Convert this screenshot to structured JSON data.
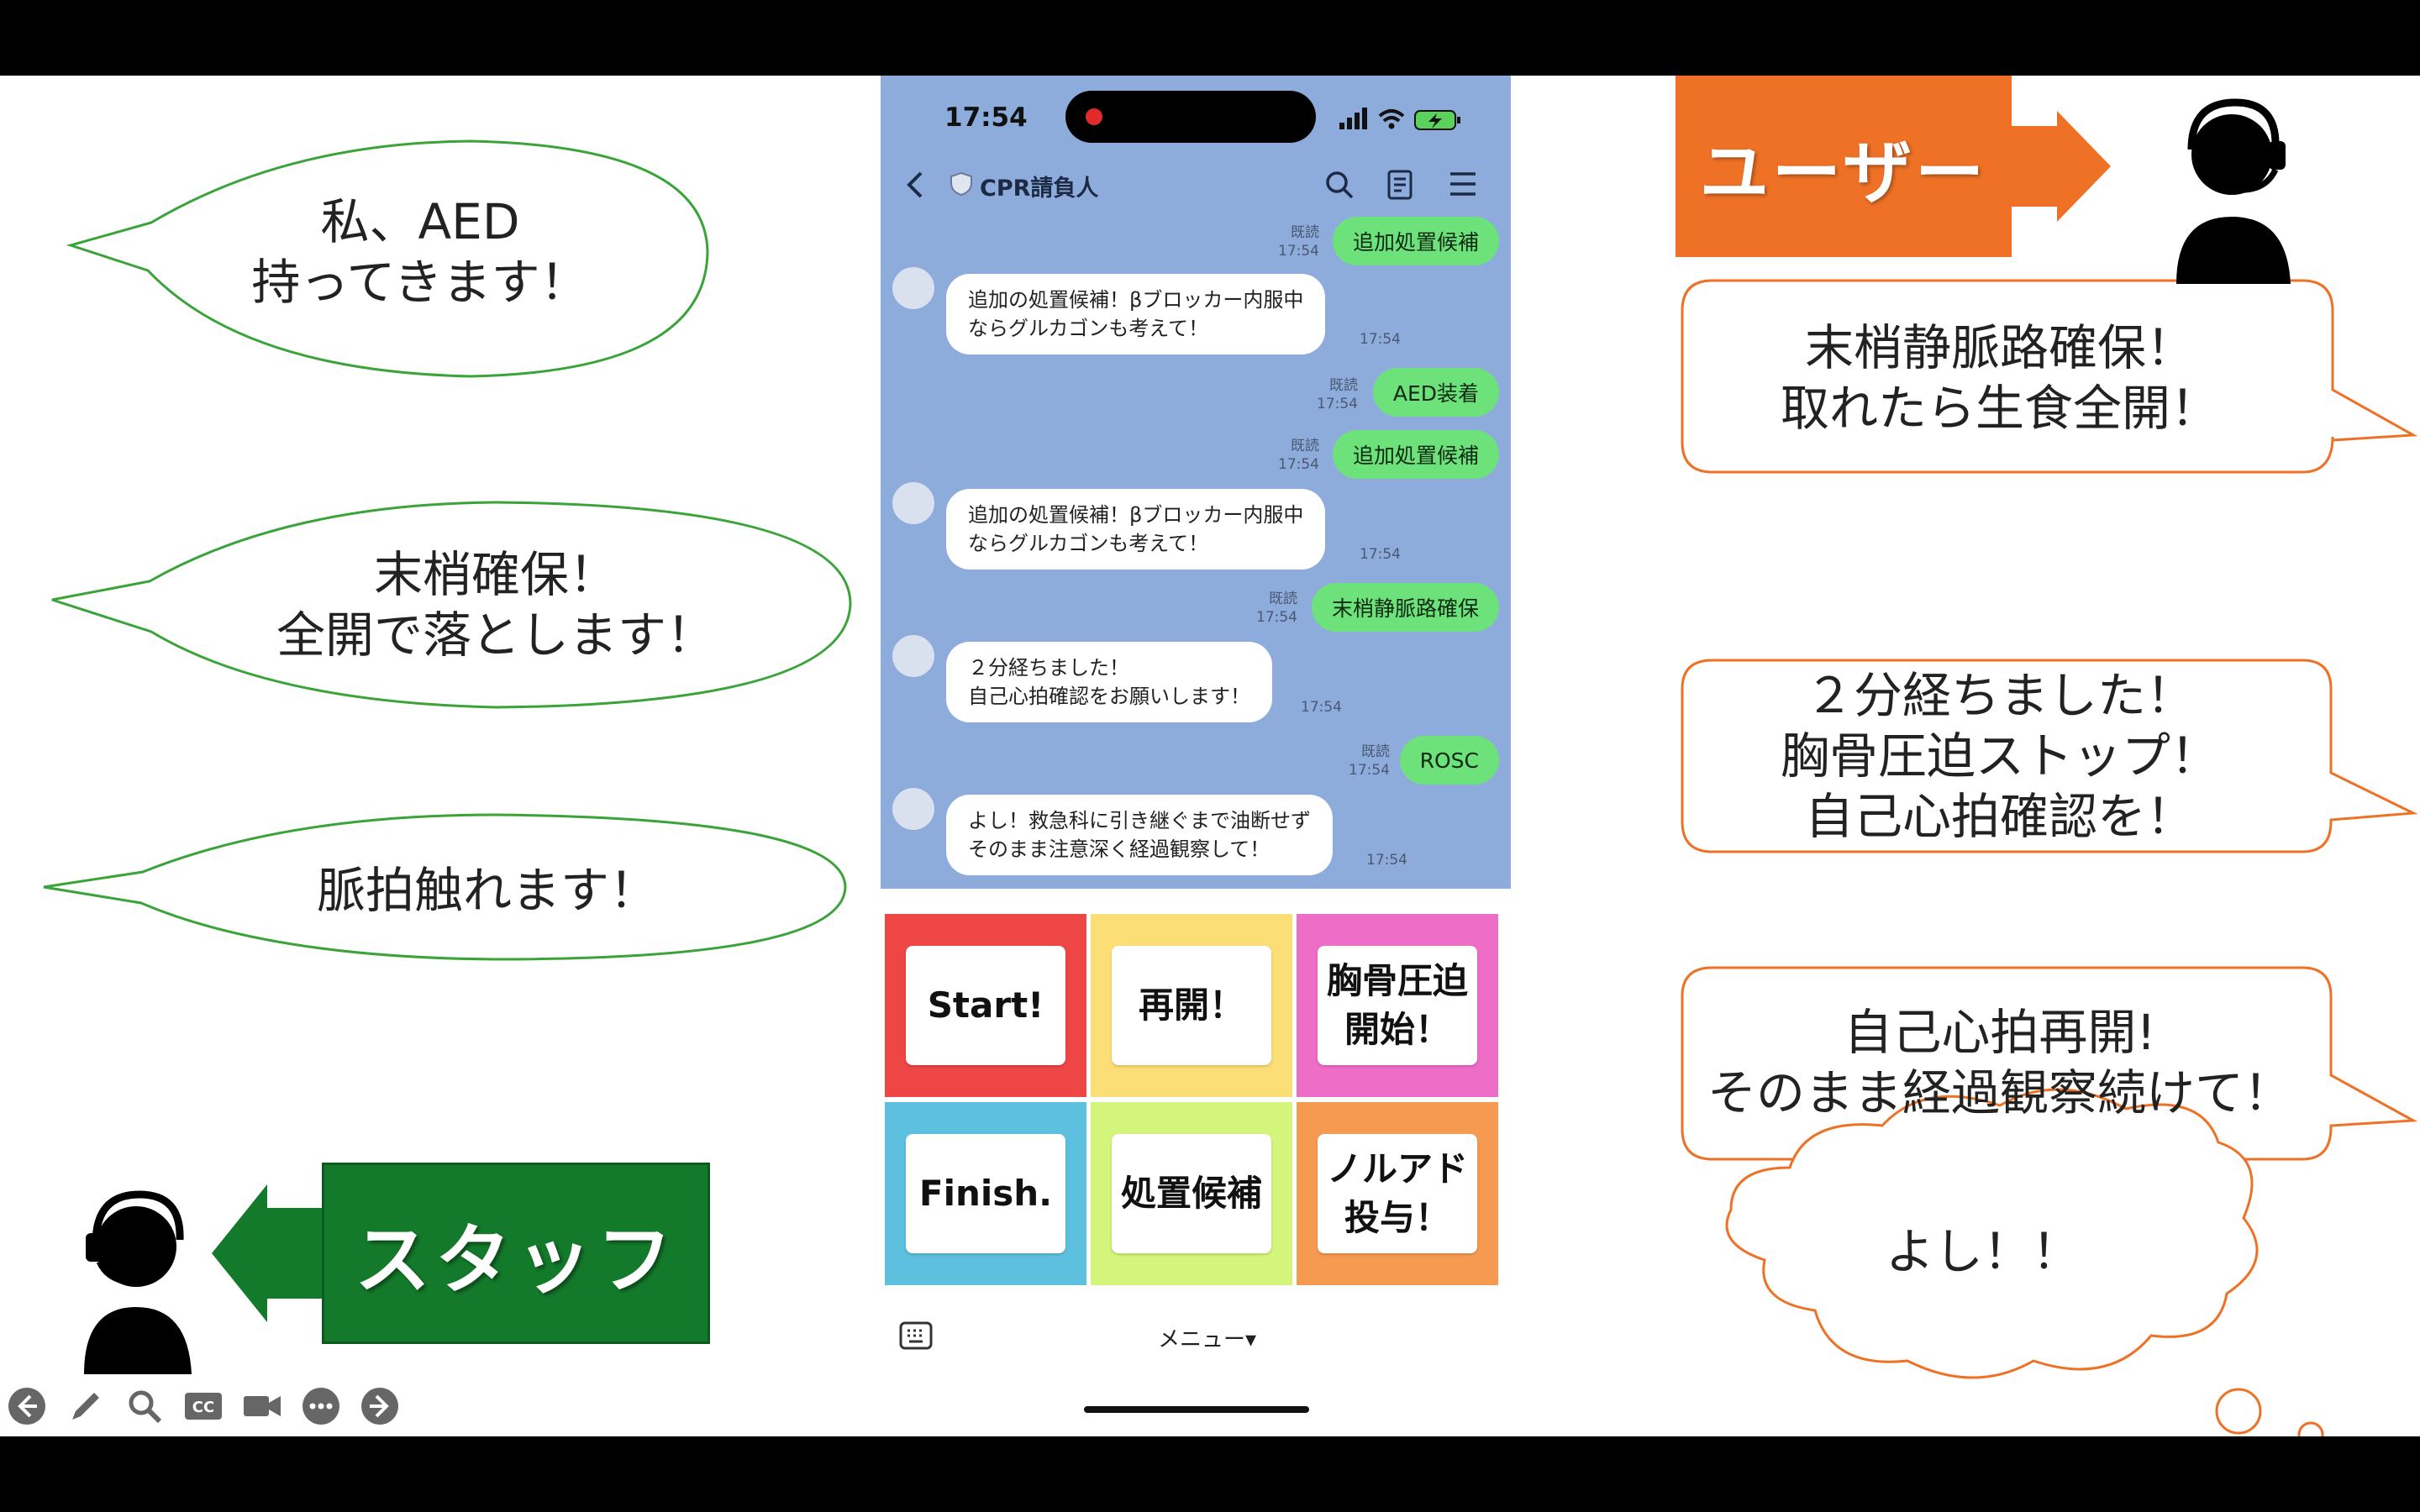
{
  "left_bubbles": [
    {
      "text": "私、AED\n持ってきます！"
    },
    {
      "text": "末梢確保！\n全開で落とします！"
    },
    {
      "text": "脈拍触れます！"
    }
  ],
  "staff_label": "スタッフ",
  "user_label": "ユーザー",
  "right_bubbles": [
    {
      "text": "末梢静脈路確保！\n取れたら生食全開！"
    },
    {
      "text": "２分経ちました！\n胸骨圧迫ストップ！\n自己心拍確認を！"
    },
    {
      "text": "自己心拍再開!\nそのまま経過観察続けて！"
    }
  ],
  "thought_bubble": "よし！！",
  "phone": {
    "status_time": "17:54",
    "chat_title": "CPR請負人",
    "messages": [
      {
        "dir": "out",
        "text": "追加処置候補",
        "meta": "既読\n17:54"
      },
      {
        "dir": "in",
        "text": "追加の処置候補！βブロッカー内服中\nならグルカゴンも考えて！",
        "time": "17:54"
      },
      {
        "dir": "out",
        "text": "AED装着",
        "meta": "既読\n17:54"
      },
      {
        "dir": "out",
        "text": "追加処置候補",
        "meta": "既読\n17:54"
      },
      {
        "dir": "in",
        "text": "追加の処置候補！βブロッカー内服中\nならグルカゴンも考えて！",
        "time": "17:54"
      },
      {
        "dir": "out",
        "text": "末梢静脈路確保",
        "meta": "既読\n17:54"
      },
      {
        "dir": "in",
        "text": "２分経ちました！\n自己心拍確認をお願いします！",
        "time": "17:54"
      },
      {
        "dir": "out",
        "text": "ROSC",
        "meta": "既読\n17:54"
      },
      {
        "dir": "in",
        "text": "よし！救急科に引き継ぐまで油断せず\nそのまま注意深く経過観察して！",
        "time": "17:54"
      }
    ],
    "rich_menu": [
      {
        "label": "Start!",
        "color": "#ee4545"
      },
      {
        "label": "再開！",
        "color": "#fbde76"
      },
      {
        "label": "胸骨圧迫\n開始！",
        "color": "#ee6dc6"
      },
      {
        "label": "Finish.",
        "color": "#5cc0de"
      },
      {
        "label": "処置候補",
        "color": "#d4f57b"
      },
      {
        "label": "ノルアド\n投与！",
        "color": "#f59a50"
      }
    ],
    "menu_toggle": "メニュー▾"
  },
  "colors": {
    "left_bubble_border": "#3aa33a",
    "right_bubble_border": "#ee7126",
    "chat_bg": "#8dacdc"
  }
}
